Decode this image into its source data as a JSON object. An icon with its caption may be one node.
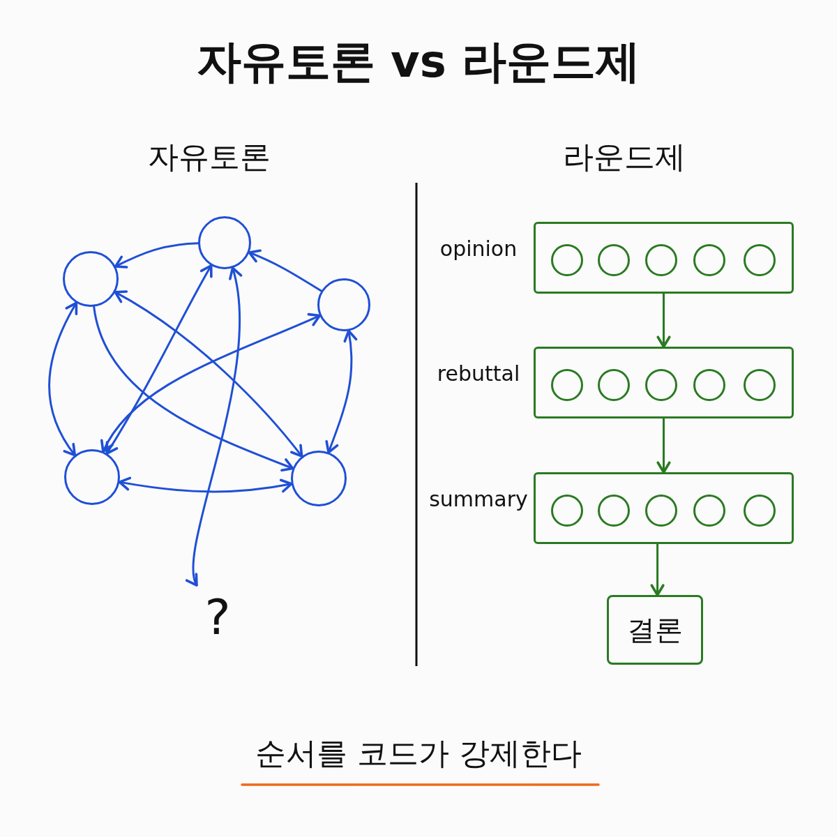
{
  "diagram": {
    "title": "자유토론 vs 라운드제",
    "caption": "순서를 코드가 강제한다",
    "labels": [
      "자유토론",
      "라운드제"
    ],
    "nodes": [
      {
        "text": [],
        "shape": "circle"
      },
      {
        "text": [],
        "shape": "circle"
      },
      {
        "text": [],
        "shape": "circle"
      },
      {
        "text": [],
        "shape": "circle"
      },
      {
        "text": [],
        "shape": "circle"
      },
      {
        "text": [
          "?"
        ]
      },
      {
        "text": [],
        "shape": "box",
        "beside": [
          "opinion"
        ]
      },
      {
        "text": [],
        "shape": "circle",
        "in": 6
      },
      {
        "text": [],
        "shape": "circle",
        "in": 6
      },
      {
        "text": [],
        "shape": "circle",
        "in": 6
      },
      {
        "text": [],
        "shape": "circle",
        "in": 6
      },
      {
        "text": [],
        "shape": "circle",
        "in": 6
      },
      {
        "text": [],
        "shape": "box",
        "beside": [
          "rebuttal"
        ]
      },
      {
        "text": [],
        "shape": "circle",
        "in": 12
      },
      {
        "text": [],
        "shape": "circle",
        "in": 12
      },
      {
        "text": [],
        "shape": "circle",
        "in": 12
      },
      {
        "text": [],
        "shape": "circle",
        "in": 12
      },
      {
        "text": [],
        "shape": "circle",
        "in": 12
      },
      {
        "text": [],
        "shape": "box",
        "beside": [
          "summary"
        ]
      },
      {
        "text": [],
        "shape": "circle",
        "in": 18
      },
      {
        "text": [],
        "shape": "circle",
        "in": 18
      },
      {
        "text": [],
        "shape": "circle",
        "in": 18
      },
      {
        "text": [],
        "shape": "circle",
        "in": 18
      },
      {
        "text": [],
        "shape": "circle",
        "in": 18
      },
      {
        "text": [
          "결론"
        ]
      }
    ],
    "edges": [
      {
        "from": 0,
        "to": 1,
        "arrow": "to"
      },
      {
        "from": 2,
        "to": 0,
        "arrow": "to"
      },
      {
        "from": 1,
        "to": 3,
        "arrow": "both"
      },
      {
        "from": 2,
        "to": 4,
        "arrow": "both"
      },
      {
        "from": 3,
        "to": 4,
        "arrow": "both"
      },
      {
        "from": 3,
        "to": 0,
        "arrow": "both"
      },
      {
        "from": 1,
        "to": 4,
        "arrow": "both"
      },
      {
        "from": 2,
        "to": 3,
        "arrow": "both"
      },
      {
        "from": 1,
        "to": 4,
        "arrow": "to"
      },
      {
        "from": 0,
        "to": 5,
        "arrow": "both"
      },
      {
        "from": 6,
        "to": 12,
        "arrow": "to",
        "color": "#2a7a22"
      },
      {
        "from": 12,
        "to": 18,
        "arrow": "to",
        "color": "#2a7a22"
      },
      {
        "from": 18,
        "to": 24,
        "arrow": "to",
        "color": "#2a7a22"
      }
    ]
  }
}
